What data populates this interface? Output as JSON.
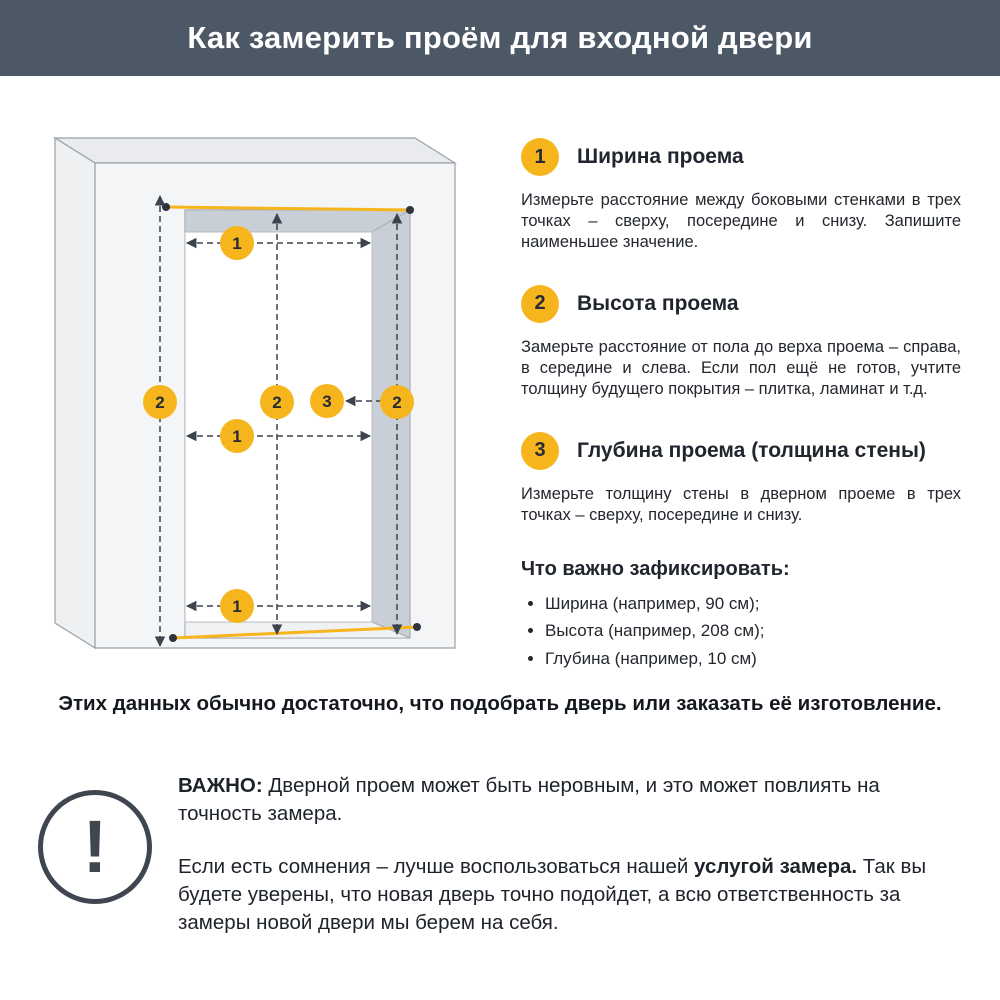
{
  "header": {
    "title": "Как замерить проём для входной двери"
  },
  "diagram": {
    "marker_width": "1",
    "marker_height": "2",
    "marker_depth": "3"
  },
  "steps": [
    {
      "num": "1",
      "title": "Ширина проема",
      "body": "Измерьте расстояние между боковыми стенками в трех точках – сверху, посередине и снизу. Запишите наименьшее значение."
    },
    {
      "num": "2",
      "title": "Высота проема",
      "body": "Замерьте расстояние от пола до верха проема – справа, в середине и слева. Если пол ещё не готов, учтите толщину будущего покрытия – плитка, ламинат и т.д."
    },
    {
      "num": "3",
      "title": "Глубина проема (толщина стены)",
      "body": "Измерьте толщину стены в дверном проеме в трех точках – сверху, посередине и снизу."
    }
  ],
  "checklist": {
    "title": "Что важно зафиксировать:",
    "items": [
      "Ширина (например, 90 см);",
      "Высота (например, 208 см);",
      "Глубина (например, 10 см)"
    ]
  },
  "summary": "Этих данных обычно достаточно, что подобрать дверь или заказать её изготовление.",
  "important": {
    "icon": "!",
    "label": "ВАЖНО:",
    "text": " Дверной проем может быть неровным, и это может повлиять на точность замера.",
    "p2_pre": "Если есть сомнения – лучше воспользоваться нашей ",
    "p2_bold": "услугой замера.",
    "p2_post": " Так вы будете уверены, что новая дверь точно подойдет, а всю ответственность за замеры новой двери мы берем на себя."
  },
  "colors": {
    "header_bg": "#4d5866",
    "accent": "#f6b51d"
  }
}
